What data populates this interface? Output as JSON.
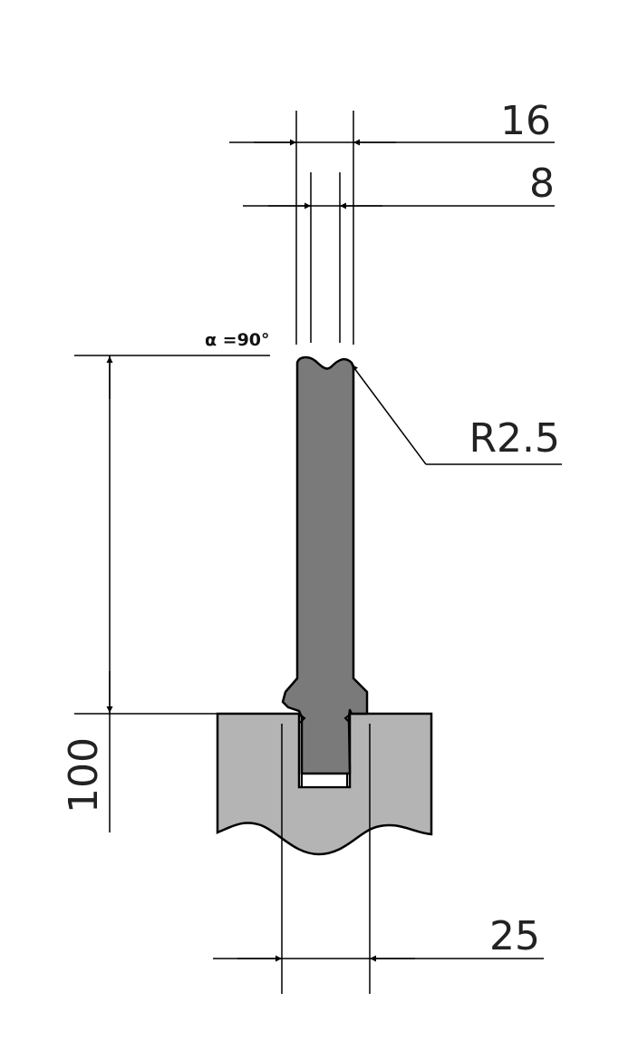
{
  "dimensions": {
    "top_width": "16",
    "tip_width": "8",
    "angle": "α =90°",
    "radius": "R2.5",
    "height": "100",
    "tang_width": "25"
  },
  "colors": {
    "punch_fill": "#7a7a7a",
    "holder_fill": "#b4b4b4",
    "line": "#000000"
  }
}
